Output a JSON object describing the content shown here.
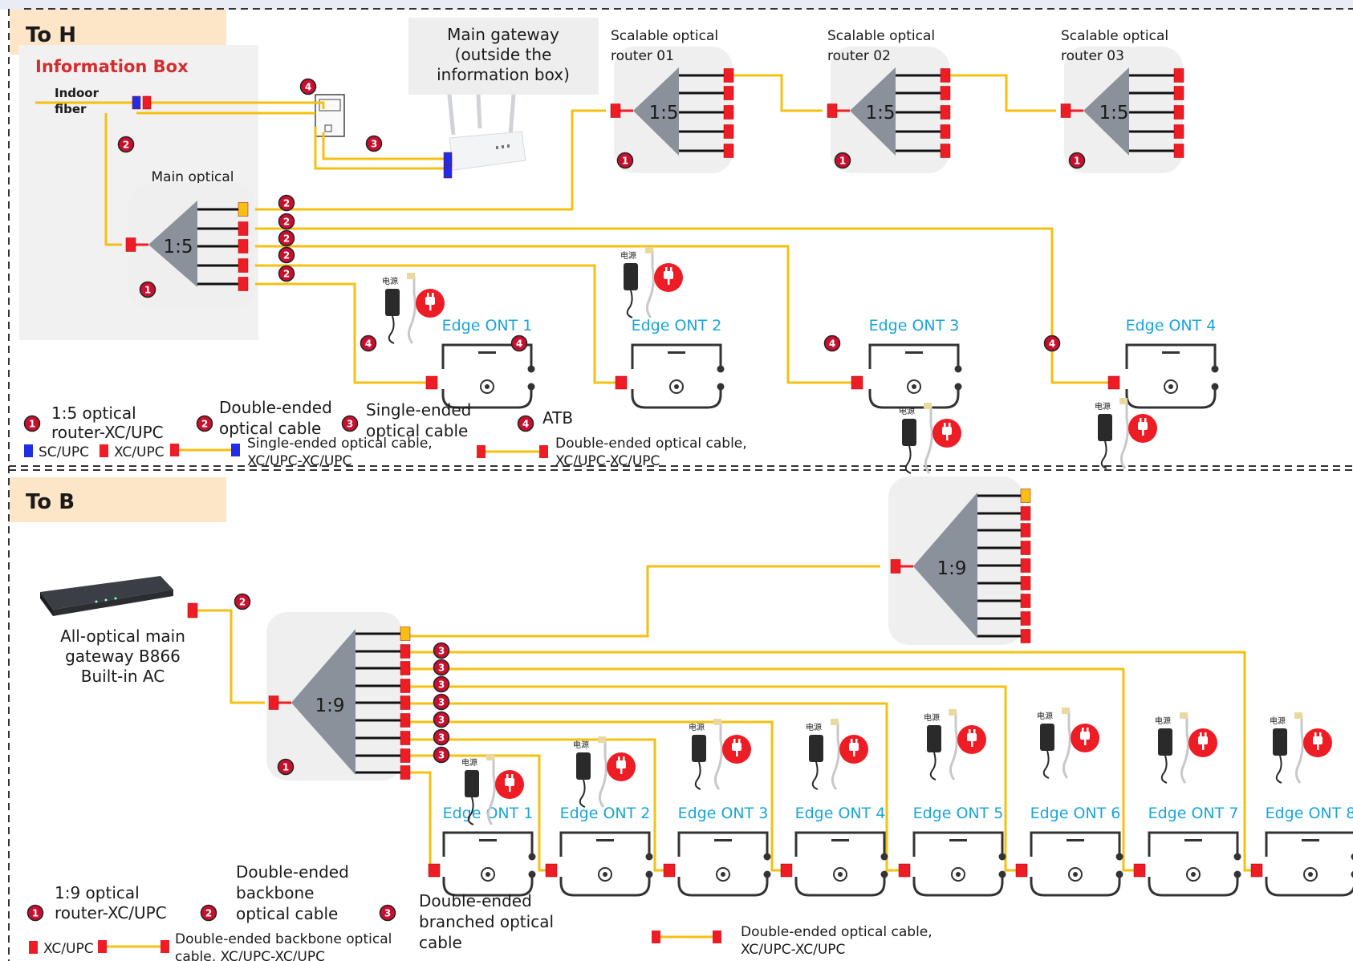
{
  "colors": {
    "cable": "#f5c012",
    "xc": "#ee1c25",
    "sc": "#1f2ee6",
    "ont_label": "#19a5dc",
    "section_bg": "#fde5c8",
    "splitter": "#8a919a",
    "badge": "#c8102e"
  },
  "section_h": {
    "title": "To H",
    "info_box_label": "Information Box",
    "indoor_fiber_label": "Indoor\nfiber",
    "main_gateway_label": "Main gateway\n(outside the\ninformation box)",
    "main_router_label": "Main optical\nrouter",
    "ratio": "1:5",
    "scalable_routers": [
      {
        "label": "Scalable optical\nrouter 01",
        "ratio": "1:5"
      },
      {
        "label": "Scalable optical\nrouter 02",
        "ratio": "1:5"
      },
      {
        "label": "Scalable optical\nrouter 03",
        "ratio": "1:5"
      }
    ],
    "onts": [
      "Edge ONT 1",
      "Edge ONT 2",
      "Edge ONT 3",
      "Edge ONT 4"
    ],
    "power_label": "电源",
    "legend": {
      "item1": "1:5 optical\nrouter-XC/UPC",
      "item2": "Double-ended\noptical cable",
      "item3": "Single-ended\noptical cable",
      "item4": "ATB",
      "sc_upc": "SC/UPC",
      "xc_upc": "XC/UPC",
      "single_cable": "Single-ended optical cable,\nXC/UPC-XC/UPC",
      "double_cable": "Double-ended optical cable,\nXC/UPC-XC/UPC"
    }
  },
  "section_b": {
    "title": "To B",
    "gateway_label": "All-optical main\ngateway B866\nBuilt-in AC",
    "ratio_main": "1:9",
    "ratio_secondary": "1:9",
    "onts": [
      "Edge ONT 1",
      "Edge ONT 2",
      "Edge ONT 3",
      "Edge ONT 4",
      "Edge ONT 5",
      "Edge ONT 6",
      "Edge ONT 7",
      "Edge ONT 8"
    ],
    "power_label": "电源",
    "legend": {
      "item1": "1:9 optical\nrouter-XC/UPC",
      "item2": "Double-ended\nbackbone\noptical cable",
      "item3": "Double-ended\nbranched optical\ncable",
      "xc_upc": "XC/UPC",
      "backbone_cable": "Double-ended backbone optical\ncable, XC/UPC-XC/UPC",
      "double_cable": "Double-ended optical cable,\nXC/UPC-XC/UPC"
    }
  }
}
